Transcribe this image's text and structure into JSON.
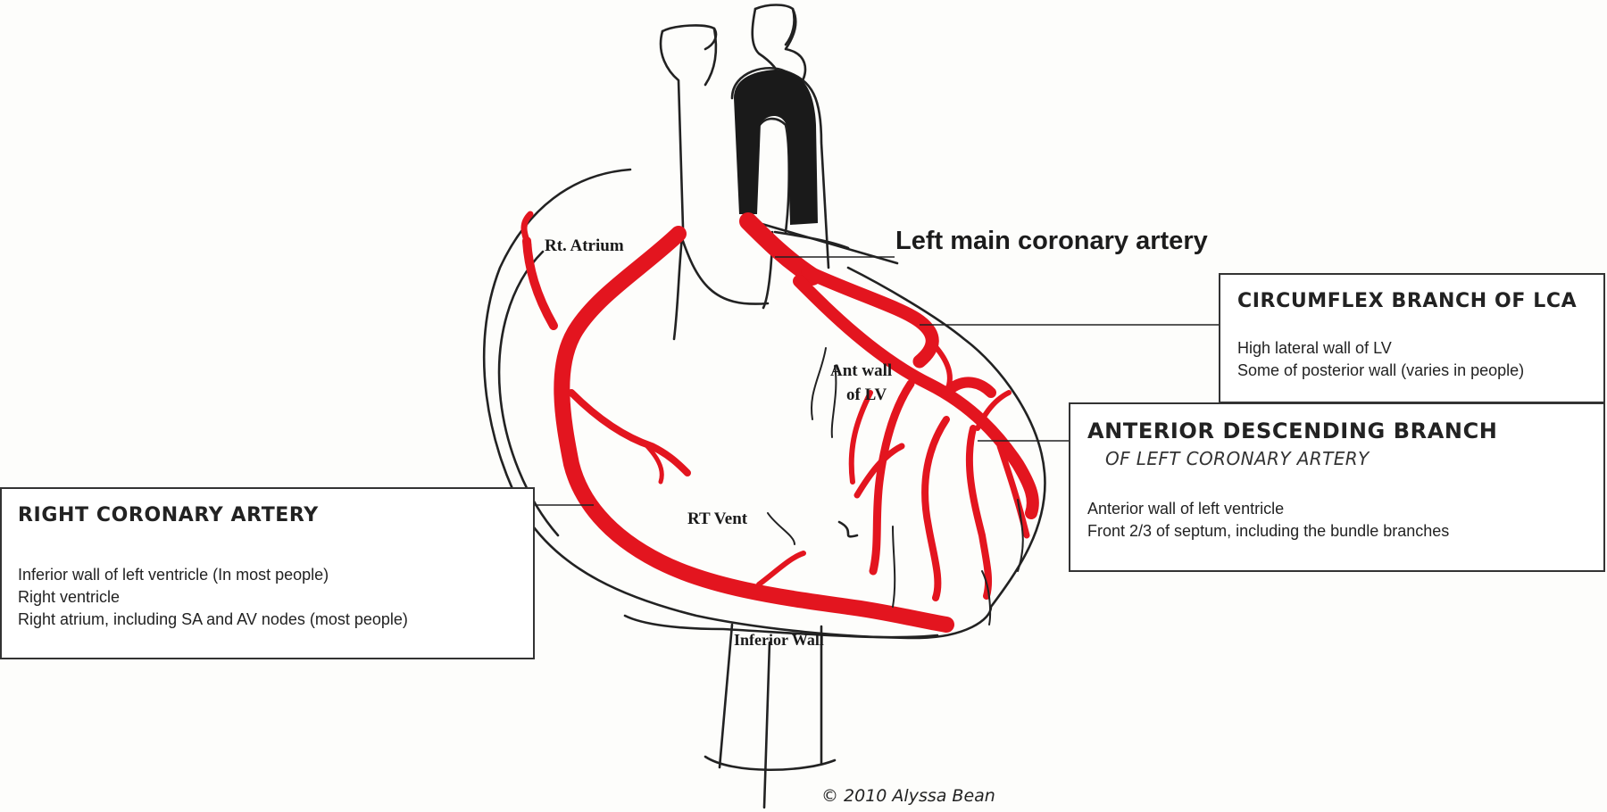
{
  "labels": {
    "rt_atrium": "Rt. Atrium",
    "ant_wall_line1": "Ant wall",
    "ant_wall_line2": "of LV",
    "rt_vent": "RT Vent",
    "inferior_wall": "Inferior Wall",
    "left_main": "Left main coronary artery"
  },
  "boxes": {
    "circumflex": {
      "title": "CIRCUMFLEX BRANCH OF LCA",
      "lines": [
        "High lateral wall of LV",
        "Some of posterior wall (varies in people)"
      ]
    },
    "anterior": {
      "title": "ANTERIOR DESCENDING BRANCH",
      "subtitle": "OF LEFT CORONARY ARTERY",
      "lines": [
        "Anterior wall of left ventricle",
        "Front 2/3 of septum, including the bundle branches"
      ]
    },
    "right": {
      "title": "RIGHT CORONARY ARTERY",
      "lines": [
        "Inferior wall  of left ventricle (In most people)",
        "Right ventricle",
        "Right atrium, including SA and AV nodes (most people)"
      ]
    }
  },
  "copyright": "© 2010 Alyssa Bean",
  "colors": {
    "artery": "#e3151f",
    "outline": "#222222",
    "paper": "#fdfdfb"
  }
}
